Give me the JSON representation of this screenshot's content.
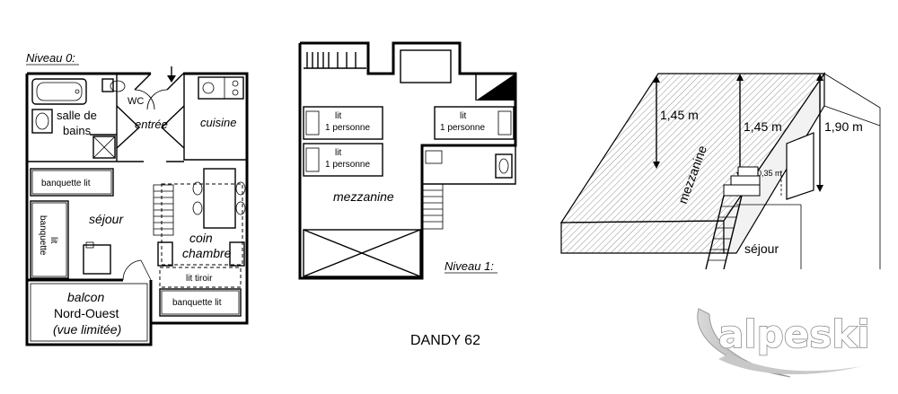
{
  "level0": {
    "title": "Niveau 0:",
    "bath_1": "salle de",
    "bath_2": "bains",
    "wc": "WC",
    "entry": "entrée",
    "kitchen": "cuisine",
    "sofa_bed_top": "banquette lit",
    "sofa_bed_side_1": "banquette",
    "sofa_bed_side_2": "lit",
    "living": "séjour",
    "corner_1": "coin",
    "corner_2": "chambre",
    "drawer_bed": "lit tiroir",
    "sofa_bed_bottom": "banquette lit",
    "balcony_1": "balcon",
    "balcony_2": "Nord-Ouest",
    "balcony_3": "(vue limitée)"
  },
  "level1": {
    "title": "Niveau 1:",
    "bed_label": "lit",
    "bed_sub": "1 personne",
    "mezzanine": "mezzanine"
  },
  "section": {
    "h1": "1,45 m",
    "h2": "1,45 m",
    "h3": "1,90 m",
    "step": "0,35 m",
    "mezzanine": "mezzanine",
    "living": "séjour"
  },
  "model": "DANDY 62",
  "brand": "alpeski"
}
